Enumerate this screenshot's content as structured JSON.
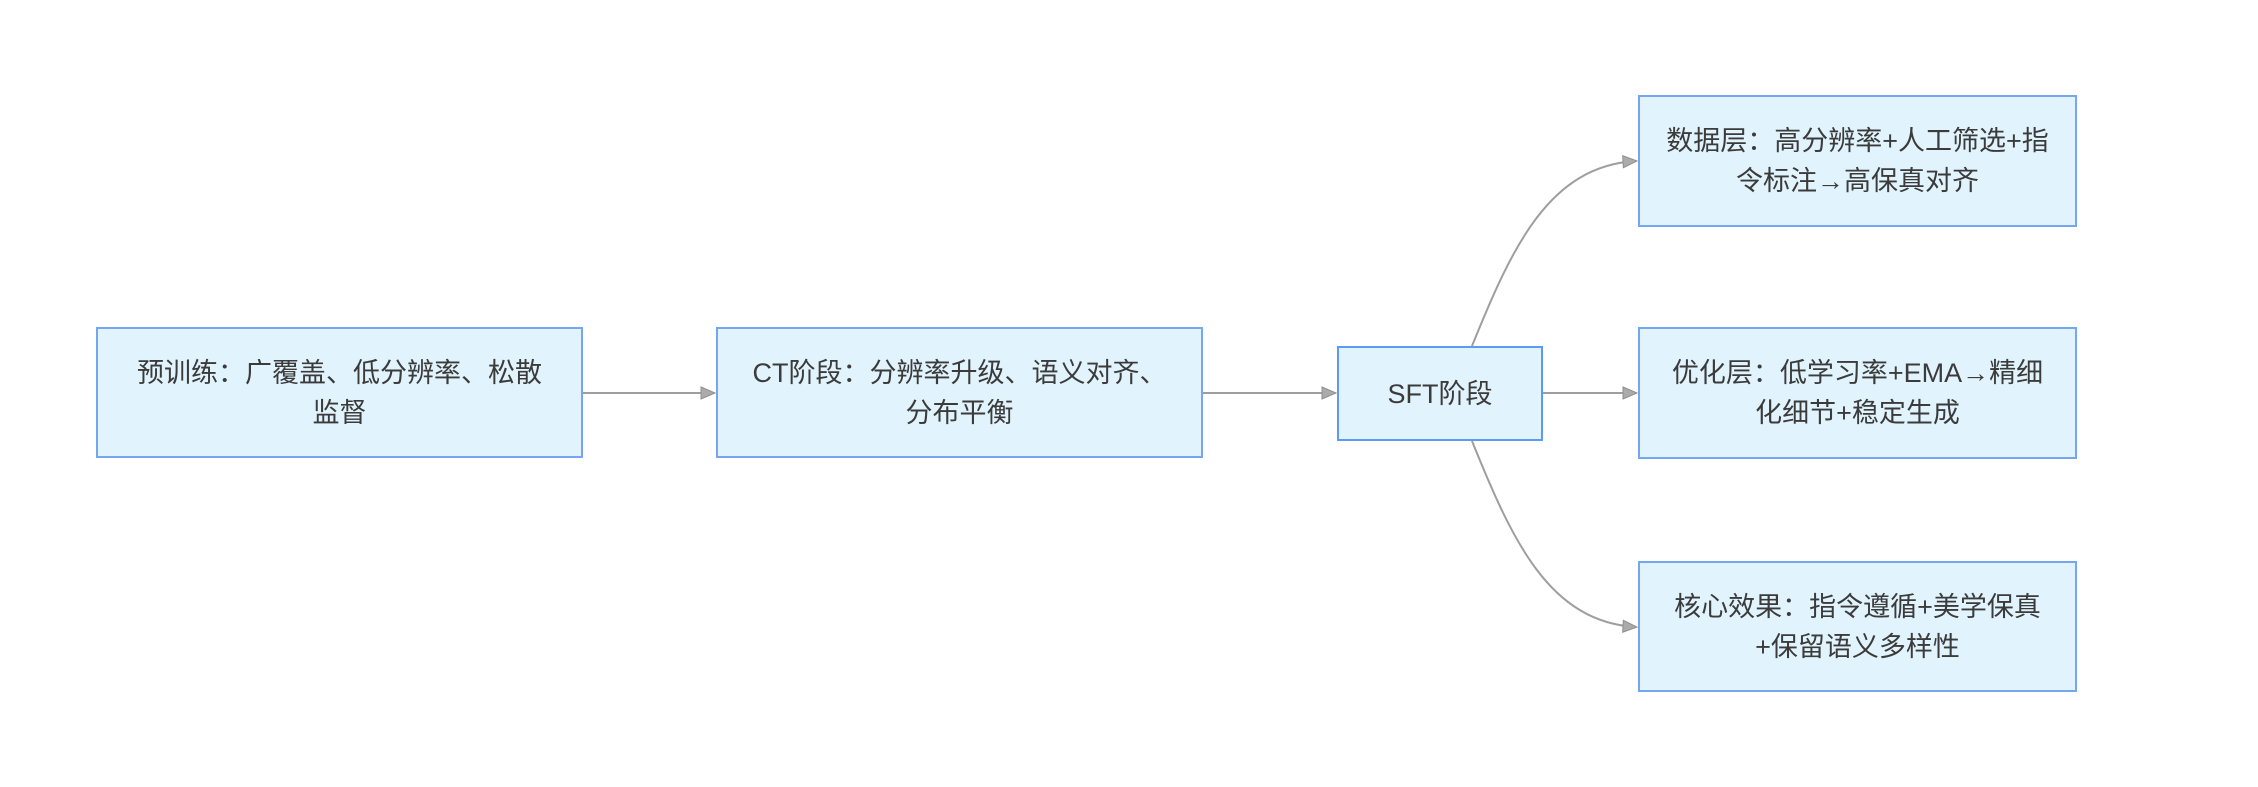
{
  "diagram": {
    "type": "flowchart",
    "direction": "left-to-right",
    "nodes": {
      "pretrain": {
        "label": "预训练：广覆盖、低分辨率、松散监督"
      },
      "ct": {
        "label": "CT阶段：分辨率升级、语义对齐、分布平衡"
      },
      "sft": {
        "label": "SFT阶段"
      },
      "data_layer": {
        "label": "数据层：高分辨率+人工筛选+指令标注→高保真对齐"
      },
      "optim_layer": {
        "label": "优化层：低学习率+EMA→精细化细节+稳定生成"
      },
      "core_effect": {
        "label": "核心效果：指令遵循+美学保真+保留语义多样性"
      }
    },
    "edges": [
      {
        "from": "pretrain",
        "to": "ct"
      },
      {
        "from": "ct",
        "to": "sft"
      },
      {
        "from": "sft",
        "to": "data_layer"
      },
      {
        "from": "sft",
        "to": "optim_layer"
      },
      {
        "from": "sft",
        "to": "core_effect"
      }
    ],
    "colors": {
      "background": "#ffffff",
      "node_fill": "#e1f3fc",
      "node_border": "#74a7f0",
      "sft_border": "#5b9bf5",
      "edge_line": "#9e9e9e",
      "arrowhead_fill": "#ababab",
      "arrowhead_stroke": "#8f8f8f",
      "text": "#3b3b3b"
    }
  }
}
